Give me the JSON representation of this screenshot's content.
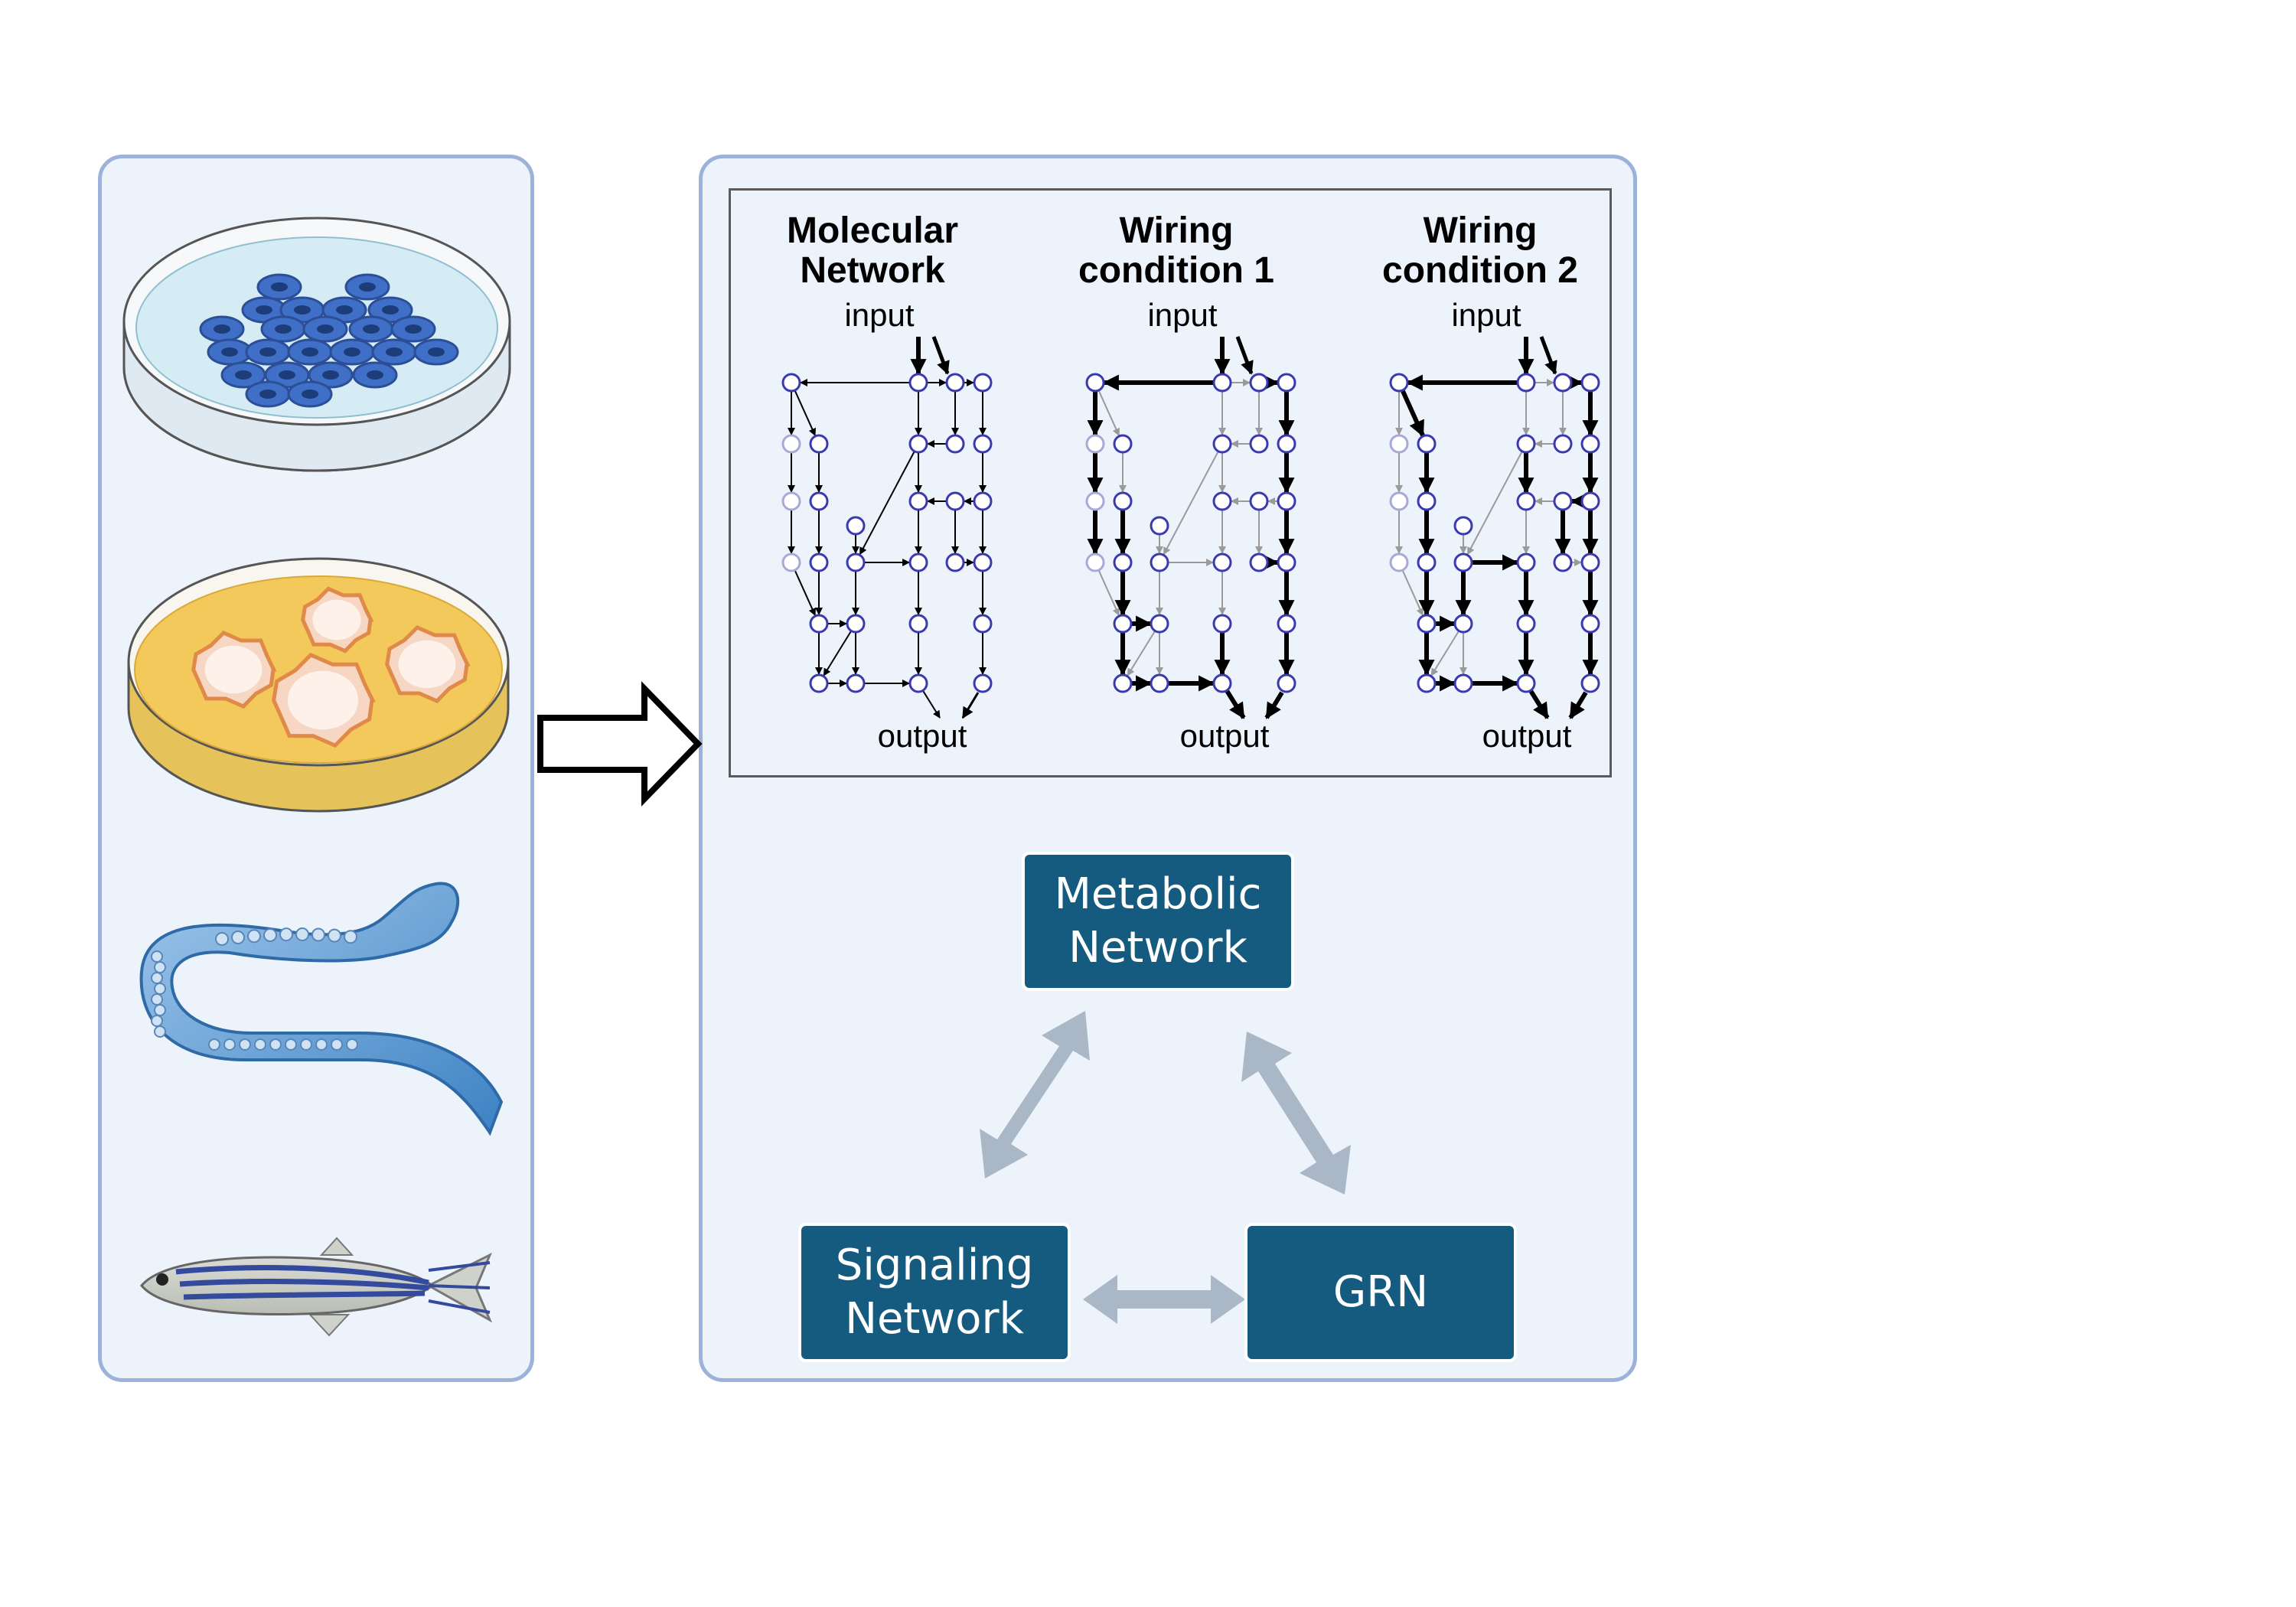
{
  "wiring": {
    "columns": [
      {
        "title": "Molecular\nNetwork",
        "input_label": "input",
        "output_label": "output"
      },
      {
        "title": "Wiring\ncondition 1",
        "input_label": "input",
        "output_label": "output"
      },
      {
        "title": "Wiring\ncondition 2",
        "input_label": "input",
        "output_label": "output"
      }
    ]
  },
  "networks": {
    "metabolic": "Metabolic\nNetwork",
    "signaling": "Signaling\nNetwork",
    "grn": "GRN"
  },
  "icons": [
    "cell-culture-dish-icon",
    "colony-dish-icon",
    "worm-icon",
    "zebrafish-icon",
    "hollow-right-arrow-icon"
  ],
  "colors": {
    "panel_fill": "#edf3fb",
    "panel_border": "#9db2da",
    "network_box": "#155b80",
    "node_stroke": "#3a3ab0",
    "bidirectional_arrow": "#a9b7c6"
  }
}
